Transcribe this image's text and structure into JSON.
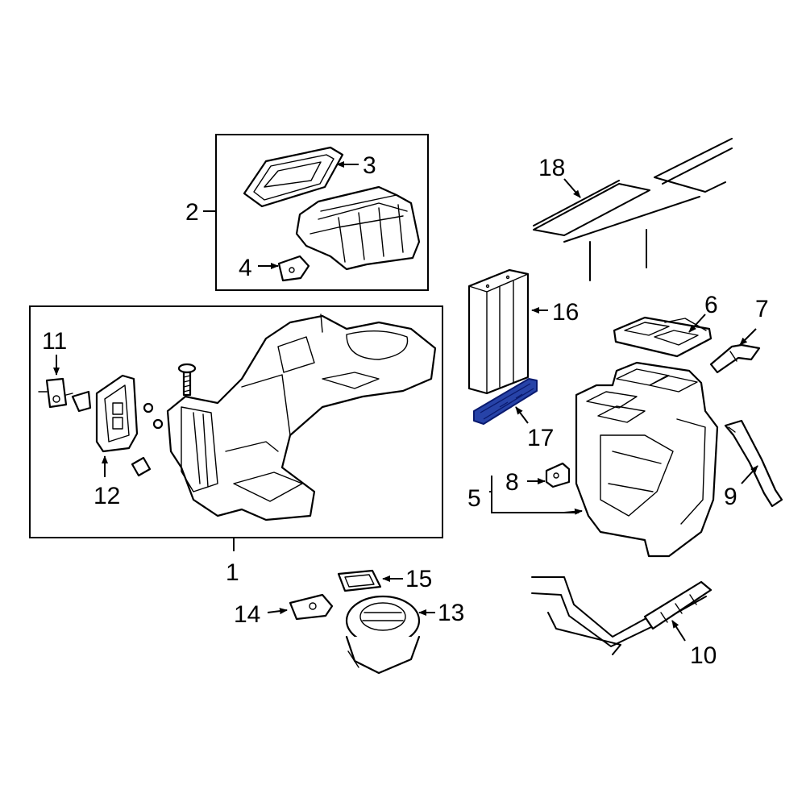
{
  "callouts": {
    "c1": "1",
    "c2": "2",
    "c3": "3",
    "c4": "4",
    "c5": "5",
    "c6": "6",
    "c7": "7",
    "c8": "8",
    "c9": "9",
    "c10": "10",
    "c11": "11",
    "c12": "12",
    "c13": "13",
    "c14": "14",
    "c15": "15",
    "c16": "16",
    "c17": "17",
    "c18": "18"
  },
  "highlighted_part": "17",
  "colors": {
    "line": "#000000",
    "background": "#ffffff",
    "highlight_fill": "#2743a8",
    "highlight_stroke": "#0a1a6e"
  }
}
